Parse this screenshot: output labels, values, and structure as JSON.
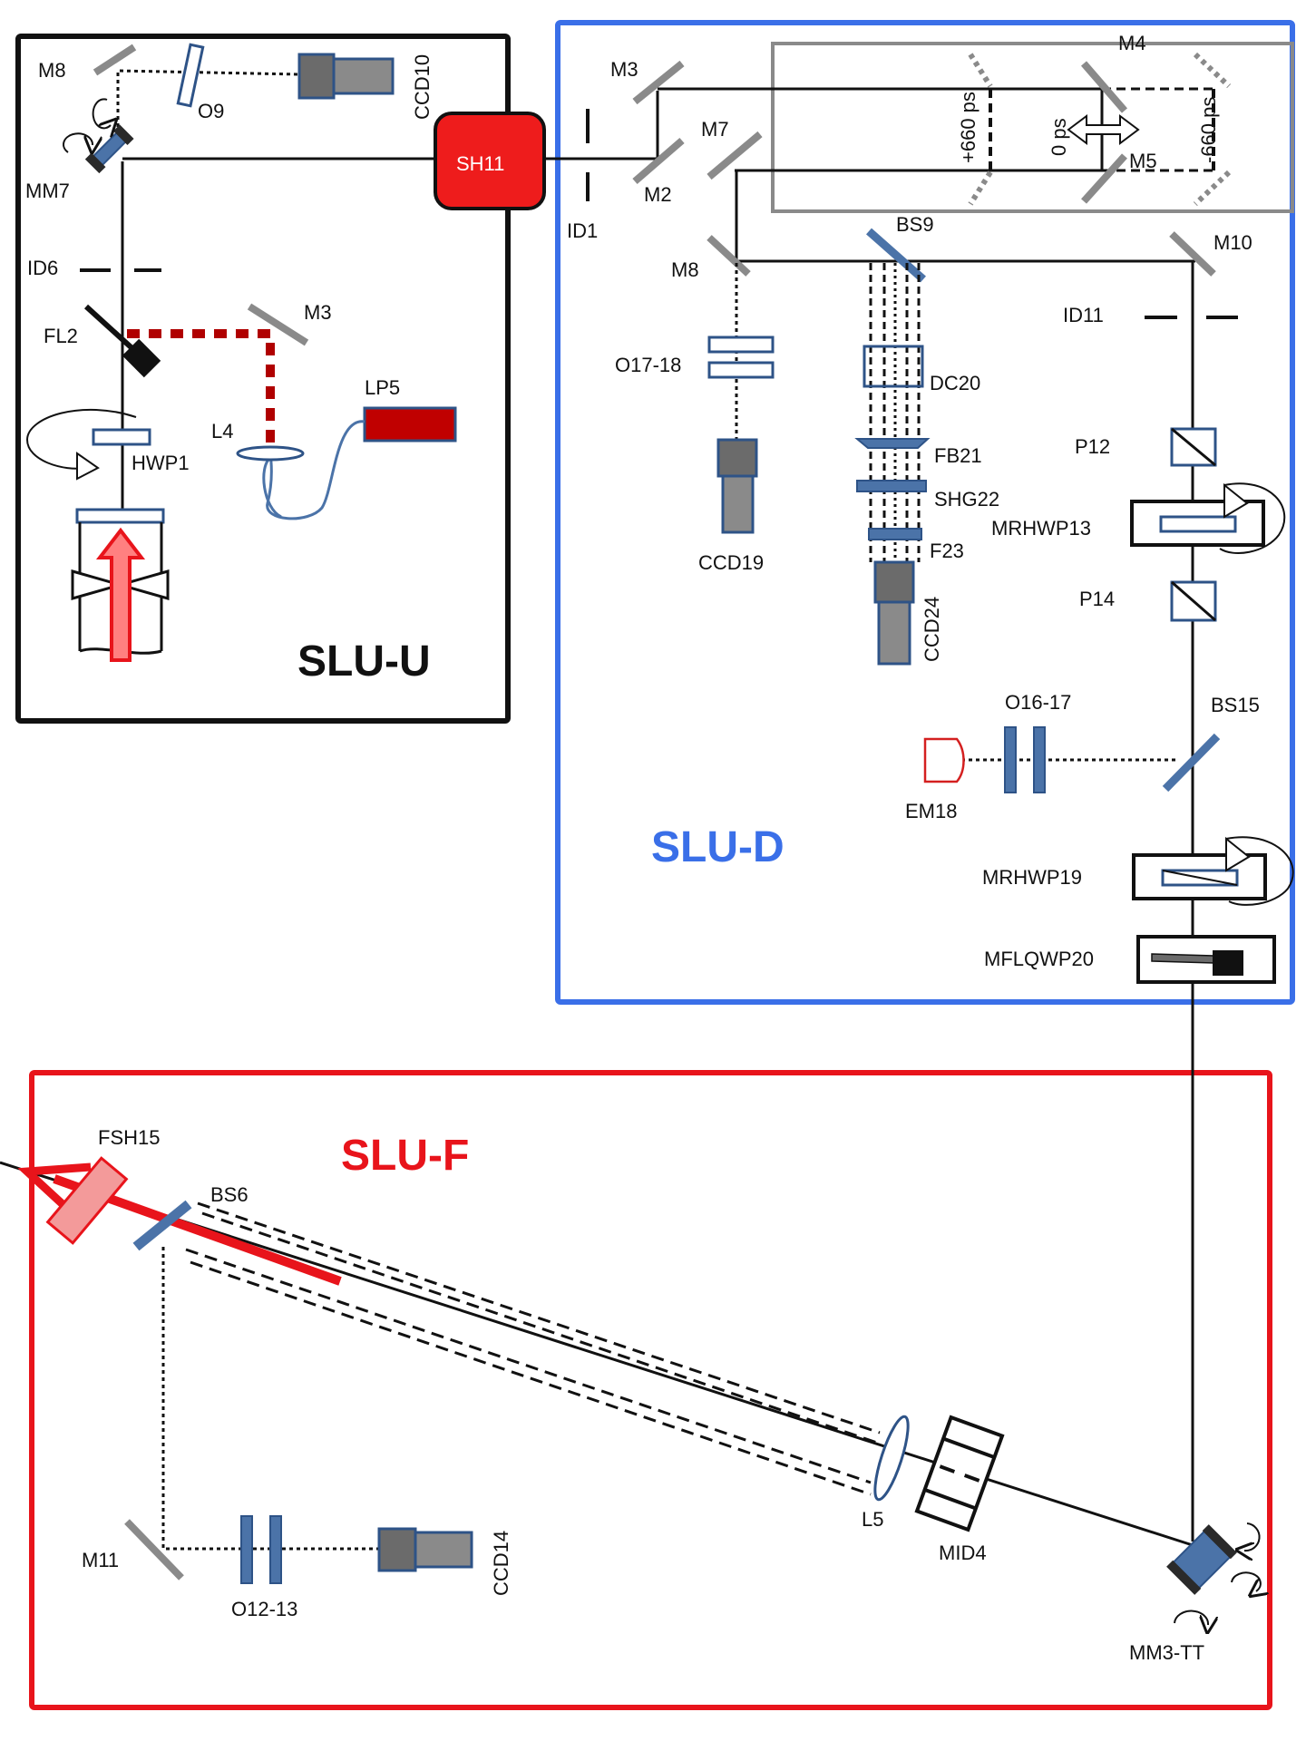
{
  "colors": {
    "slu_u": "#111111",
    "slu_d": "#3a6fe8",
    "slu_f": "#e8141b",
    "component_fill": "#4b73a8",
    "component_stroke": "#2e5387",
    "mirror_gray": "#8a8a8a",
    "laser_red": "#c00000",
    "shutter_red": "#ee1c1c",
    "em_red": "#d42020"
  },
  "regions": {
    "slu_u": "SLU-U",
    "slu_d": "SLU-D",
    "slu_f": "SLU-F"
  },
  "labels": {
    "M8_u": "M8",
    "O9": "O9",
    "CCD10": "CCD10",
    "MM7": "MM7",
    "SH11": "SH11",
    "ID6": "ID6",
    "FL2": "FL2",
    "M3_u": "M3",
    "LP5": "LP5",
    "L4": "L4",
    "HWP1": "HWP1",
    "M3_d": "M3",
    "M4": "M4",
    "M7": "M7",
    "M2": "M2",
    "ID1": "ID1",
    "plus660": "+660 ps",
    "zero_ps": "0 ps",
    "minus660": "-660 ps",
    "M5": "M5",
    "BS9": "BS9",
    "M10": "M10",
    "M8_d": "M8",
    "ID11": "ID11",
    "O17_18": "O17-18",
    "DC20": "DC20",
    "P12": "P12",
    "FB21": "FB21",
    "SHG22": "SHG22",
    "MRHWP13": "MRHWP13",
    "CCD19": "CCD19",
    "F23": "F23",
    "CCD24": "CCD24",
    "P14": "P14",
    "O16_17": "O16-17",
    "BS15": "BS15",
    "EM18": "EM18",
    "MRHWP19": "MRHWP19",
    "MFLQWP20": "MFLQWP20",
    "FSH15": "FSH15",
    "BS6": "BS6",
    "L5": "L5",
    "MID4": "MID4",
    "M11": "M11",
    "O12_13": "O12-13",
    "CCD14": "CCD14",
    "MM3_TT": "MM3-TT"
  }
}
